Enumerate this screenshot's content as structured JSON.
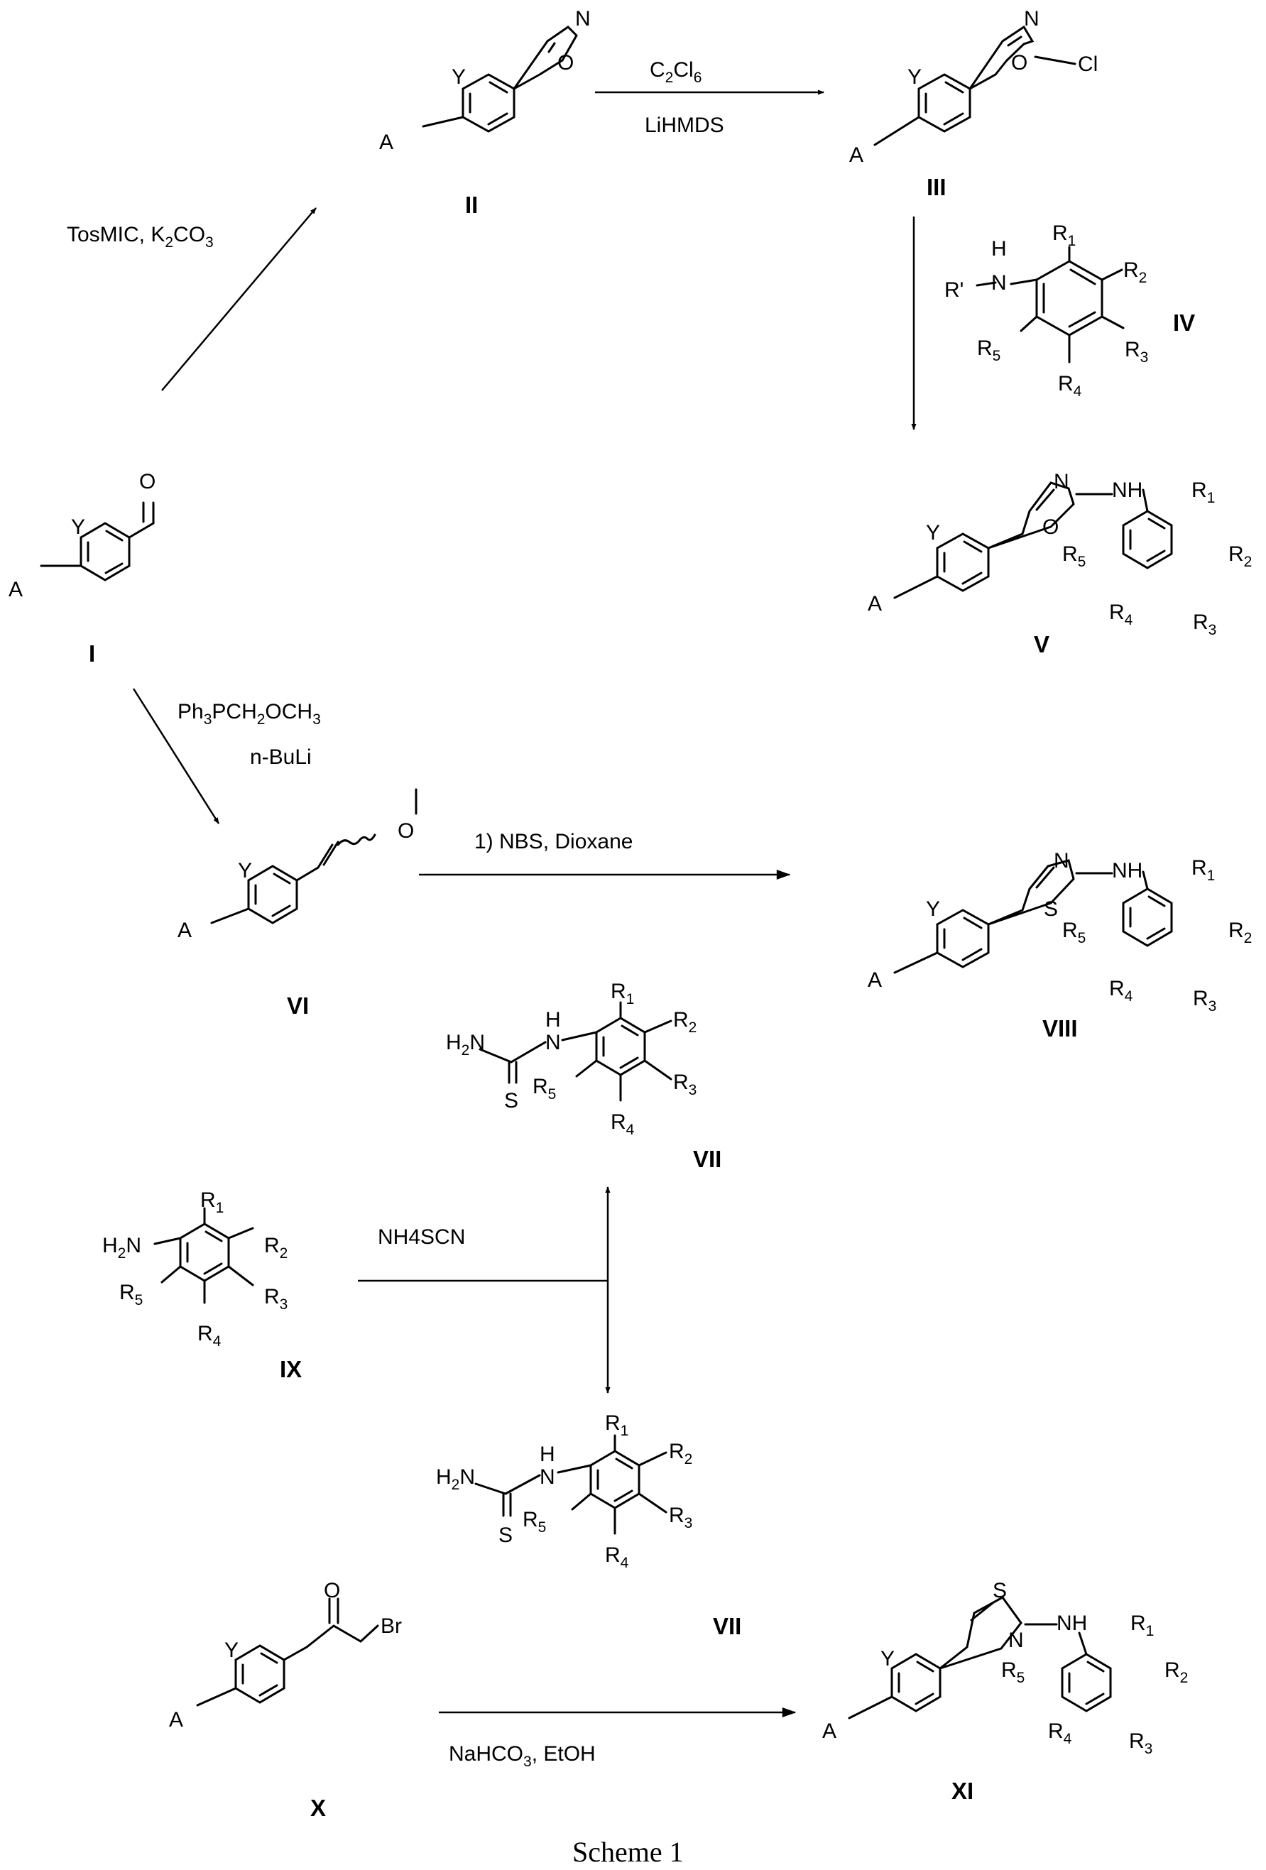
{
  "caption": "Scheme 1",
  "compound_ids": [
    "I",
    "II",
    "III",
    "IV",
    "V",
    "VI",
    "VII",
    "VII",
    "VIII",
    "IX",
    "X",
    "XI"
  ],
  "reagents": {
    "tosmic": [
      "TosMIC, K",
      "2",
      "CO",
      "3"
    ],
    "c2cl6": [
      "C",
      "2",
      "Cl",
      "6"
    ],
    "lihmds": "LiHMDS",
    "wittig": [
      "Ph",
      "3",
      "PCH",
      "2",
      "OCH",
      "3"
    ],
    "nbuli": "n-BuLi",
    "nbs": "1) NBS, Dioxane",
    "nh4scn": "NH4SCN",
    "bicarb": [
      "NaHCO",
      "3",
      ", EtOH"
    ]
  },
  "atoms": {
    "Y": "Y",
    "A": "A",
    "O": "O",
    "N": "N",
    "S": "S",
    "Cl": "Cl",
    "Br": "Br",
    "H": "H",
    "NH": "NH",
    "Rprime": "R'",
    "H2N": [
      "H",
      "2",
      "N"
    ],
    "R": [
      "R",
      "1",
      "R",
      "2",
      "R",
      "3",
      "R",
      "4",
      "R",
      "5"
    ]
  }
}
